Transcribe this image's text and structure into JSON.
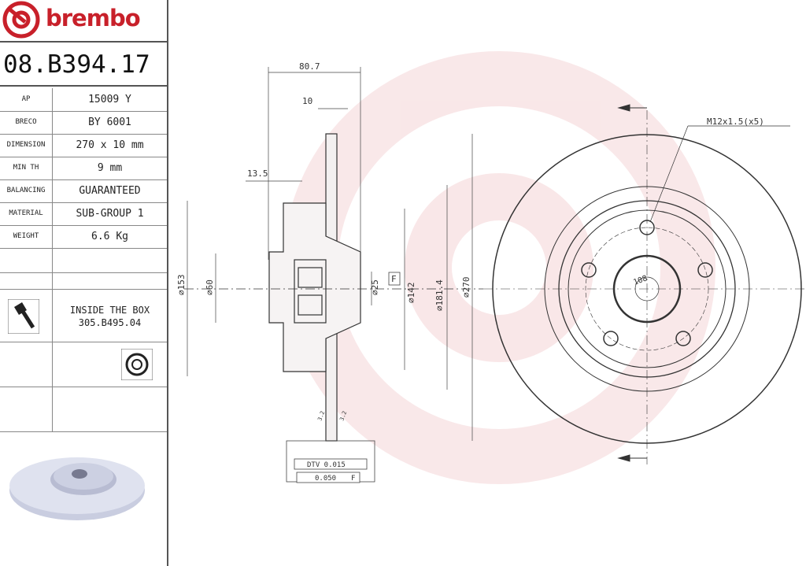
{
  "brand": {
    "name": "brembo",
    "color": "#c8202a"
  },
  "part_number": "08.B394.17",
  "specs": [
    {
      "key": "AP",
      "value": "15009 Y"
    },
    {
      "key": "BRECO",
      "value": "BY 6001"
    },
    {
      "key": "DIMENSION",
      "value": "270 x 10 mm"
    },
    {
      "key": "MIN TH",
      "value": "9 mm"
    },
    {
      "key": "BALANCING",
      "value": "GUARANTEED"
    },
    {
      "key": "MATERIAL",
      "value": "SUB-GROUP 1"
    },
    {
      "key": "WEIGHT",
      "value": "6.6 Kg"
    }
  ],
  "inside_box": {
    "title": "INSIDE THE BOX",
    "code": "305.B495.04"
  },
  "dimensions": {
    "width_total": "80.7",
    "disc_thickness": "10",
    "hub_offset": "13.5",
    "d153": "∅153",
    "d60": "∅60",
    "d25": "∅25",
    "datum": "F",
    "d142": "∅142",
    "d181": "∅181.4",
    "d270": "∅270",
    "pcd": "108",
    "thread": "M12x1.5(x5)",
    "dtv": "DTV 0.015",
    "runout": "0.050",
    "runout_datum": "F",
    "rough_left": "3.2",
    "rough_right": "3.2"
  }
}
